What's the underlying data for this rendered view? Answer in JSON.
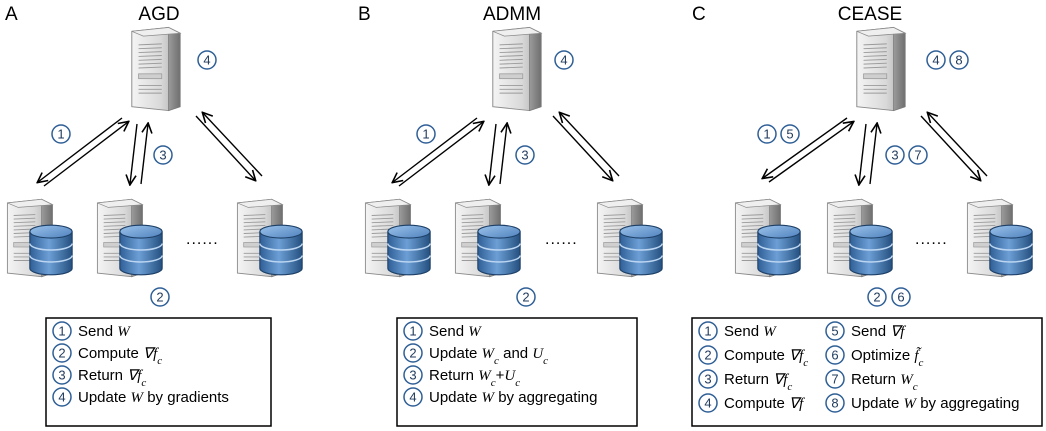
{
  "panels": [
    {
      "letter": "A",
      "title": "AGD",
      "server_badges": [
        "4"
      ],
      "up_badges": [
        "1"
      ],
      "middle_badges": [
        "3"
      ],
      "worker_badges": [
        "2"
      ],
      "ellipsis": "......",
      "legend": [
        [
          {
            "num": "1",
            "text": "Send ",
            "math": "W",
            "text2": ""
          }
        ],
        [
          {
            "num": "2",
            "text": "Compute ",
            "math": "∇f",
            "sub": "c",
            "text2": ""
          }
        ],
        [
          {
            "num": "3",
            "text": "Return ",
            "math": "∇f",
            "sub": "c",
            "text2": ""
          }
        ],
        [
          {
            "num": "4",
            "text": "Update ",
            "math": "W",
            "text2": " by gradients"
          }
        ]
      ]
    },
    {
      "letter": "B",
      "title": "ADMM",
      "server_badges": [
        "4"
      ],
      "up_badges": [
        "1"
      ],
      "middle_badges": [
        "3"
      ],
      "worker_badges": [
        "2"
      ],
      "ellipsis": "......",
      "legend": [
        [
          {
            "num": "1",
            "text": "Send ",
            "math": "W",
            "text2": ""
          }
        ],
        [
          {
            "num": "2",
            "text": "Update ",
            "math": "W",
            "sub": "c",
            "text2": " and ",
            "math2": "U",
            "sub2": "c"
          }
        ],
        [
          {
            "num": "3",
            "text": "Return ",
            "math": "W",
            "sub": "c",
            "text2": "+",
            "math2": "U",
            "sub2": "c"
          }
        ],
        [
          {
            "num": "4",
            "text": "Update ",
            "math": "W",
            "text2": " by aggregating"
          }
        ]
      ]
    },
    {
      "letter": "C",
      "title": "CEASE",
      "server_badges": [
        "4",
        "8"
      ],
      "up_badges": [
        "1",
        "5"
      ],
      "middle_badges": [
        "3",
        "7"
      ],
      "worker_badges": [
        "2",
        "6"
      ],
      "ellipsis": "......",
      "legend": [
        [
          {
            "num": "1",
            "text": "Send ",
            "math": "W",
            "text2": ""
          },
          {
            "num": "5",
            "text": "Send ",
            "math": "∇f",
            "text2": ""
          }
        ],
        [
          {
            "num": "2",
            "text": "Compute ",
            "math": "∇f",
            "sub": "c",
            "text2": ""
          },
          {
            "num": "6",
            "text": "Optimize ",
            "math": "f̃",
            "sub": "c",
            "text2": ""
          }
        ],
        [
          {
            "num": "3",
            "text": "Return ",
            "math": "∇f",
            "sub": "c",
            "text2": ""
          },
          {
            "num": "7",
            "text": "Return ",
            "math": "W",
            "sub": "c",
            "text2": ""
          }
        ],
        [
          {
            "num": "4",
            "text": "Compute ",
            "math": "∇f",
            "text2": ""
          },
          {
            "num": "8",
            "text": "Update ",
            "math": "W",
            "text2": " by aggregating"
          }
        ]
      ]
    }
  ]
}
